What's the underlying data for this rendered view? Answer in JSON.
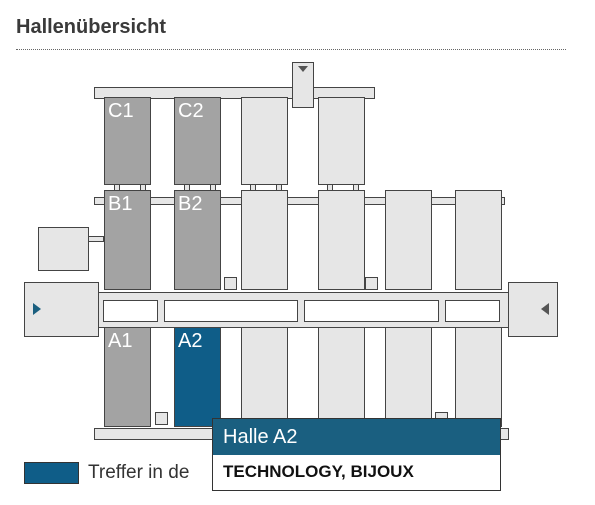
{
  "page_title": "Hallenübersicht",
  "halls": {
    "c1": "C1",
    "c2": "C2",
    "b1": "B1",
    "b2": "B2",
    "a1": "A1",
    "a2": "A2"
  },
  "legend": {
    "text": "Treffer in de",
    "color": "#0f5d88"
  },
  "tooltip": {
    "title": "Halle A2",
    "subtitle": "TECHNOLOGY, BIJOUX"
  },
  "colors": {
    "highlight": "#0f5d88",
    "occupied": "#a3a3a3",
    "empty": "#e6e6e6",
    "arrow": "#1b5f7f"
  }
}
